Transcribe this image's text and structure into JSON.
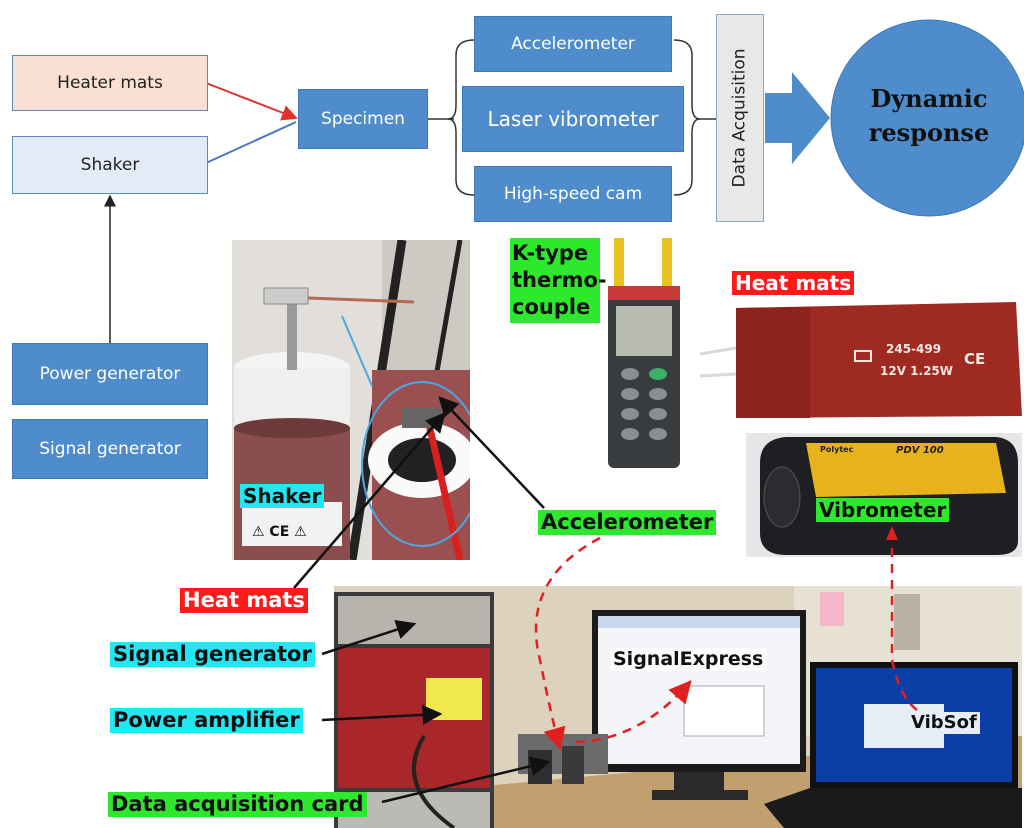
{
  "flowchart": {
    "heater_mats": "Heater mats",
    "shaker": "Shaker",
    "specimen": "Specimen",
    "accelerometer": "Accelerometer",
    "laser_vibrometer": "Laser vibrometer",
    "high_speed_cam": "High-speed cam",
    "data_acquisition": "Data Acquisition",
    "dynamic_response": "Dynamic response",
    "power_generator": "Power generator",
    "signal_generator": "Signal generator"
  },
  "photo_labels": {
    "k_type_thermocouple": "K-type thermo-couple",
    "heat_mats_top": "Heat mats",
    "shaker": "Shaker",
    "accelerometer": "Accelerometer",
    "vibrometer": "Vibrometer",
    "heat_mats_bottom": "Heat mats",
    "signal_generator": "Signal generator",
    "power_amplifier": "Power amplifier",
    "signalexpress": "SignalExpress",
    "vibsof": "VibSof",
    "data_acquisition_card": "Data acquisition card"
  },
  "device_text": {
    "heat_mat_code": "245-499",
    "heat_mat_spec": "12V 1.25W",
    "heat_mat_ce": "CE",
    "vibrometer_model": "PDV 100",
    "vibrometer_brand": "Polytec"
  },
  "colors": {
    "box_blue": "#4f8ccb",
    "label_cyan": "#22e6f2",
    "label_green": "#2ee82e",
    "label_red": "#ff1a1a",
    "heater_line": "#e03030",
    "shaker_line": "#4a78c0"
  }
}
